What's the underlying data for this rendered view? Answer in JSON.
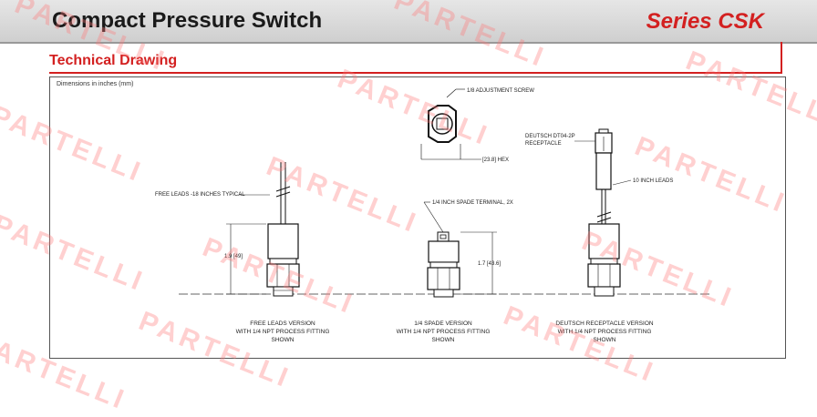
{
  "header": {
    "title": "Compact Pressure Switch",
    "series": "Series CSK"
  },
  "section": {
    "title": "Technical Drawing",
    "dimensions_note": "Dimensions in inches (mm)"
  },
  "labels": {
    "adjustment_screw": "1/8 ADJUSTMENT SCREW",
    "hex": "[23.8] HEX",
    "deutsch_line1": "DEUTSCH DT04-2P",
    "deutsch_line2": "RECEPTACLE",
    "ten_inch_leads": "10 INCH LEADS",
    "free_leads": "FREE LEADS -18 INCHES TYPICAL",
    "spade_terminal": "1/4 INCH SPADE TERMINAL, 2X",
    "dim_left": "1.9 [49]",
    "dim_right": "1.7 [43.6]"
  },
  "captions": {
    "free_leads": [
      "FREE LEADS VERSION",
      "WITH 1/4 NPT PROCESS FITTING",
      "SHOWN"
    ],
    "spade": [
      "1/4 SPADE VERSION",
      "WITH 1/4 NPT PROCESS FITTING",
      "SHOWN"
    ],
    "deutsch": [
      "DEUTSCH RECEPTACLE VERSION",
      "WITH 1/4 NPT PROCESS FITTING",
      "SHOWN"
    ]
  },
  "watermark": "PARTELLI",
  "colors": {
    "accent": "#d32020",
    "watermark": "#ff7878"
  }
}
